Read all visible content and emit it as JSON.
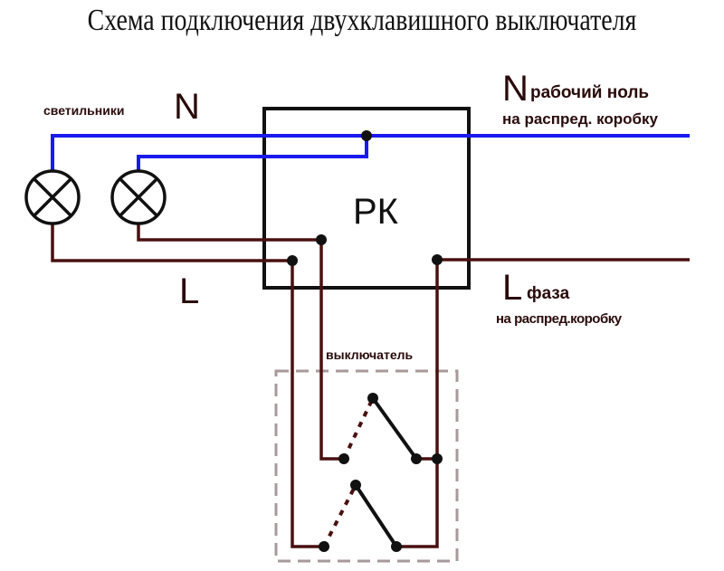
{
  "title": "Схема подключения двухклавишного выключателя",
  "labels": {
    "lamps": "светильники",
    "n_left": "N",
    "l_left": "L",
    "n_right": "N",
    "n_right_desc": "рабочий ноль",
    "n_right_sub": "на распред. коробку",
    "l_right": "L",
    "l_right_desc": "фаза",
    "l_right_sub": "на распред.коробку",
    "junction_box": "РК",
    "switch": "выключатель"
  },
  "colors": {
    "neutral": "#1a1aee",
    "phase": "#4a1010",
    "box": "#111111",
    "dashed": "#a89a9a"
  }
}
